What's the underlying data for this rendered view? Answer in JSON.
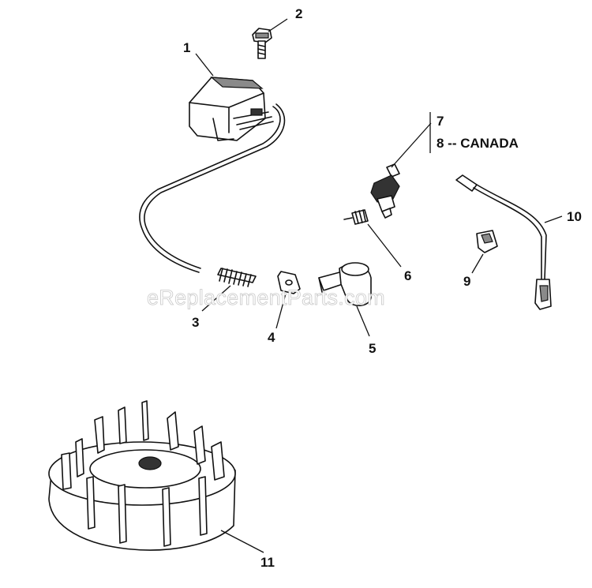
{
  "watermark": "eReplacementParts.com",
  "callouts": {
    "c1": "1",
    "c2": "2",
    "c3": "3",
    "c4": "4",
    "c5": "5",
    "c6": "6",
    "c7": "7",
    "c8": "8 -- CANADA",
    "c9": "9",
    "c10": "10",
    "c11": "11"
  },
  "colors": {
    "line": "#111111",
    "watermark_outline": "#c8c8c8",
    "background": "#ffffff"
  }
}
